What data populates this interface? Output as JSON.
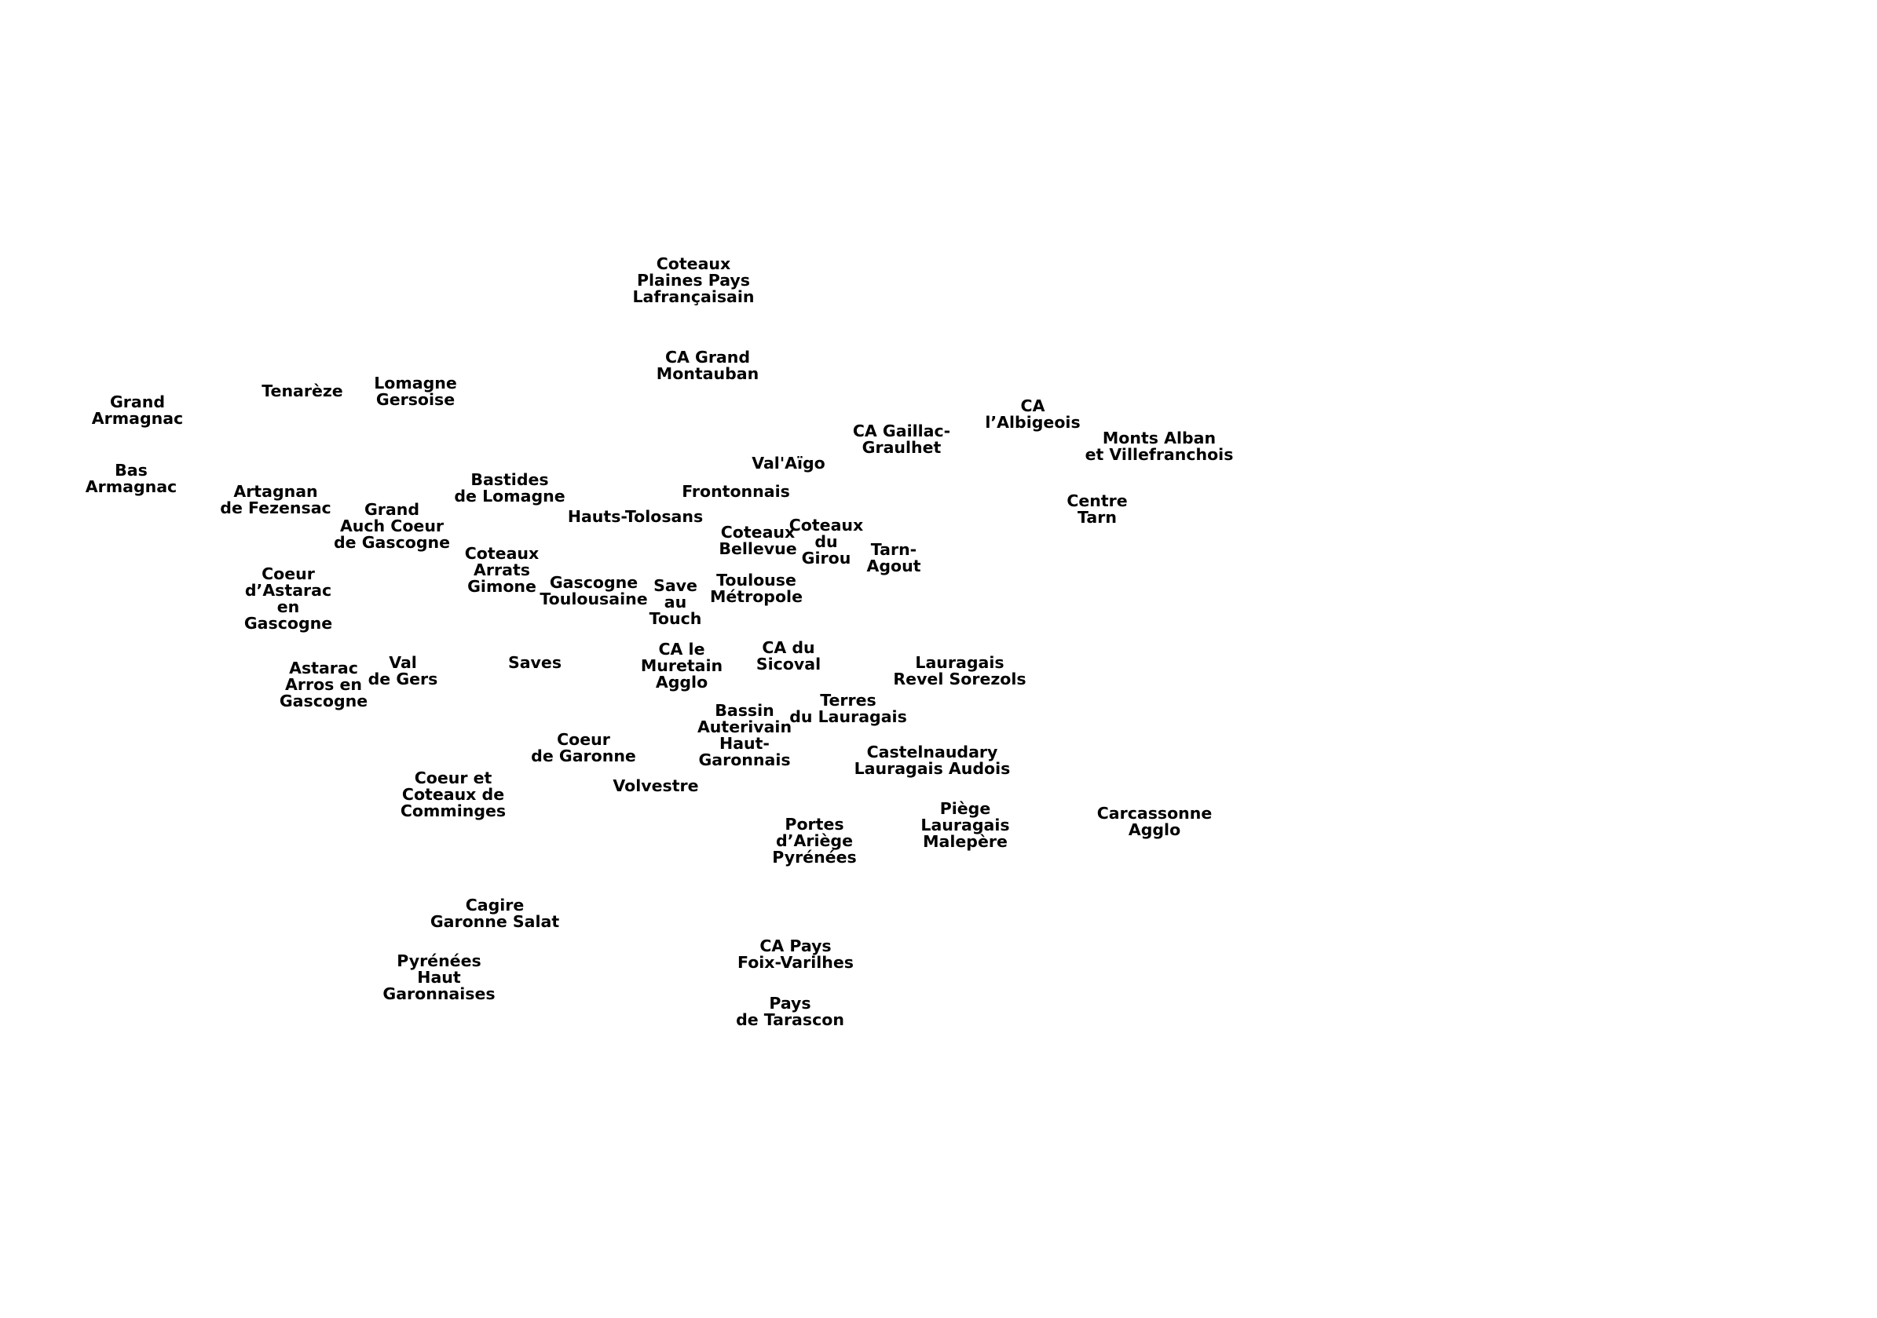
{
  "map": {
    "text_color": "#000000",
    "background": "#ffffff",
    "labels": [
      {
        "id": "coteaux-plaines-pays-lafrancaisain",
        "text": "Coteaux\nPlaines Pays\nLafrançaisain"
      },
      {
        "id": "ca-grand-montauban",
        "text": "CA Grand\nMontauban"
      },
      {
        "id": "grand-armagnac",
        "text": "Grand\nArmagnac"
      },
      {
        "id": "tenareze",
        "text": "Tenarèze"
      },
      {
        "id": "lomagne-gersoise",
        "text": "Lomagne\nGersoise"
      },
      {
        "id": "ca-albigeois",
        "text": "CA\nl’Albigeois"
      },
      {
        "id": "ca-gaillac-graulhet",
        "text": "CA Gaillac-\nGraulhet"
      },
      {
        "id": "monts-alban-villefranchois",
        "text": "Monts Alban\net Villefranchois"
      },
      {
        "id": "bas-armagnac",
        "text": "Bas\nArmagnac"
      },
      {
        "id": "val-aigo",
        "text": "Val'Aïgo"
      },
      {
        "id": "bastides-de-lomagne",
        "text": "Bastides\nde Lomagne"
      },
      {
        "id": "artagnan-de-fezensac",
        "text": "Artagnan\nde Fezensac"
      },
      {
        "id": "frontonnais",
        "text": "Frontonnais"
      },
      {
        "id": "centre-tarn",
        "text": "Centre\nTarn"
      },
      {
        "id": "grand-auch-coeur-de-gascogne",
        "text": "Grand\nAuch Coeur\nde Gascogne"
      },
      {
        "id": "hauts-tolosans",
        "text": "Hauts-Tolosans"
      },
      {
        "id": "coteaux-du-girou",
        "text": "Coteaux\ndu\nGirou"
      },
      {
        "id": "coteaux-bellevue",
        "text": "Coteaux\nBellevue"
      },
      {
        "id": "tarn-agout",
        "text": "Tarn-\nAgout"
      },
      {
        "id": "coteaux-arrats-gimone",
        "text": "Coteaux\nArrats\nGimone"
      },
      {
        "id": "coeur-astarac-en-gascogne",
        "text": "Coeur\nd’Astarac\nen\nGascogne"
      },
      {
        "id": "gascogne-toulousaine",
        "text": "Gascogne\nToulousaine"
      },
      {
        "id": "save-au-touch",
        "text": "Save\nau\nTouch"
      },
      {
        "id": "toulouse-metropole",
        "text": "Toulouse\nMétropole"
      },
      {
        "id": "ca-le-muretain-agglo",
        "text": "CA le\nMuretain\nAgglo"
      },
      {
        "id": "ca-du-sicoval",
        "text": "CA du\nSicoval"
      },
      {
        "id": "val-de-gers",
        "text": "Val\nde Gers"
      },
      {
        "id": "saves",
        "text": "Saves"
      },
      {
        "id": "lauragais-revel-sorezols",
        "text": "Lauragais\nRevel Sorezols"
      },
      {
        "id": "astarac-arros-en-gascogne",
        "text": "Astarac\nArros en\nGascogne"
      },
      {
        "id": "terres-du-lauragais",
        "text": "Terres\ndu Lauragais"
      },
      {
        "id": "bassin-auterivain-haut-garonnais",
        "text": "Bassin\nAuterivain\nHaut-\nGaronnais"
      },
      {
        "id": "coeur-de-garonne",
        "text": "Coeur\nde Garonne"
      },
      {
        "id": "castelnaudary-lauragais-audois",
        "text": "Castelnaudary\nLauragais Audois"
      },
      {
        "id": "coeur-et-coteaux-de-comminges",
        "text": "Coeur et\nCoteaux de\nComminges"
      },
      {
        "id": "volvestre",
        "text": "Volvestre"
      },
      {
        "id": "piege-lauragais-malepere",
        "text": "Piège\nLauragais\nMalepère"
      },
      {
        "id": "carcassonne-agglo",
        "text": "Carcassonne\nAgglo"
      },
      {
        "id": "portes-ariege-pyrenees",
        "text": "Portes\nd’Ariège\nPyrénées"
      },
      {
        "id": "cagire-garonne-salat",
        "text": "Cagire\nGaronne Salat"
      },
      {
        "id": "ca-pays-foix-varilhes",
        "text": "CA Pays\nFoix-Varilhes"
      },
      {
        "id": "pyrenees-haut-garonnaises",
        "text": "Pyrénées\nHaut\nGaronnaises"
      },
      {
        "id": "pays-de-tarascon",
        "text": "Pays\nde Tarascon"
      }
    ]
  }
}
